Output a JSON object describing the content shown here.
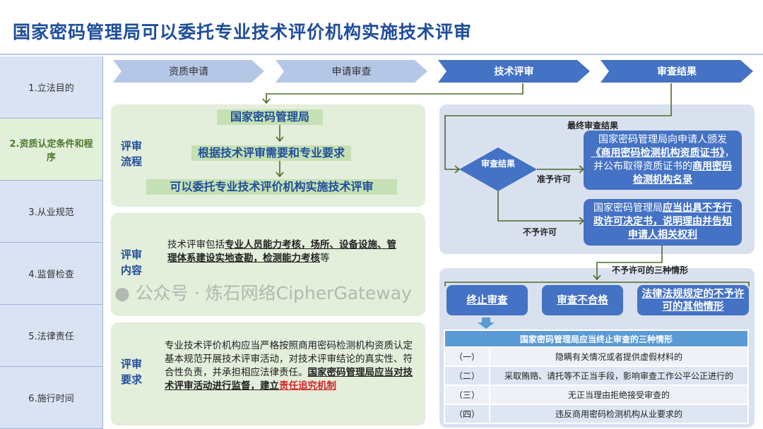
{
  "title": "国家密码管理局可以委托专业技术评价机构实施技术评审",
  "sidebar": {
    "items": [
      {
        "label": "1.立法目的"
      },
      {
        "label": "2.资质认定条件和程序"
      },
      {
        "label": "3.从业规范"
      },
      {
        "label": "4.监督检查"
      },
      {
        "label": "5.法律责任"
      },
      {
        "label": "6.施行时间"
      }
    ],
    "active_index": 1
  },
  "steps": [
    {
      "label": "资质申请"
    },
    {
      "label": "申请审查"
    },
    {
      "label": "技术评审"
    },
    {
      "label": "审查结果"
    }
  ],
  "process": {
    "label": "评审流程",
    "boxes": [
      "国家密码管理局",
      "根据技术评审需要和专业要求",
      "可以委托专业技术评价机构实施技术评审"
    ]
  },
  "content": {
    "label": "评审内容",
    "prefix": "技术评审包括",
    "bold": "专业人员能力考核，场所、设备设施、管理体系建设实地查勘，检测能力考核",
    "suffix": "等"
  },
  "requirement": {
    "label": "评审要求",
    "plain": "专业技术评价机构应当严格按照商用密码检测机构资质认定基本规范开展技术评审活动，对技术评审结论的真实性、符合性负责，并承担相应法律责任。",
    "bold": "国家密码管理局应当对技术评审活动进行监督，建立",
    "red": "责任追究机制"
  },
  "result": {
    "final_label": "最终审查结果",
    "diamond": "审查结果",
    "approve_label": "准予许可",
    "deny_label": "不予许可",
    "approve_box": {
      "p1": "国家密码管理局向申请人颁发",
      "b1": "《商用密码检测机构资质证书》",
      "p2": "，并公布取得资质证书的",
      "b2": "商用密码检测机构名录"
    },
    "deny_box": {
      "p1": "国家密码管理局",
      "b1": "应当出具不予行政许可决定书，说明理由并告知申请人相关权利"
    }
  },
  "deny_cases": {
    "label": "不予许可的三种情形",
    "items": [
      "终止审查",
      "审查不合格",
      "法律法规规定的不予许可的其他情形"
    ]
  },
  "table": {
    "header": "国家密码管理局应当终止审查的三种情形",
    "rows": [
      [
        "（一）",
        "隐瞒有关情况或者提供虚假材料的"
      ],
      [
        "（二）",
        "采取贿赂、请托等不正当手段，影响审查工作公平公正进行的"
      ],
      [
        "（三）",
        "无正当理由拒绝接受审查的"
      ],
      [
        "（四）",
        "违反商用密码检测机构从业要求的"
      ]
    ]
  },
  "watermark": "公众号 · 炼石网络CipherGateway",
  "colors": {
    "title": "#1f4e9a",
    "dark_blue": "#4472c4",
    "light_blue": "#b4c7e7",
    "green_panel": "#e3eedb",
    "red": "#d9262b"
  }
}
